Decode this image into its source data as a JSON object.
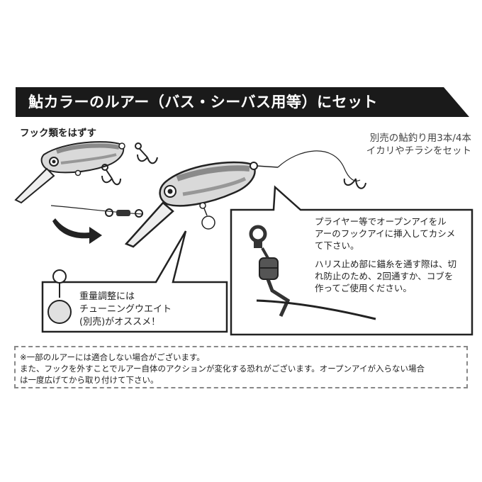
{
  "title": "鮎カラーのルアー（バス・シーバス用等）にセット",
  "labels": {
    "remove_hooks": "フック類をはずす",
    "set_hooks_line1": "別売の鮎釣り用3本/4本",
    "set_hooks_line2": "イカリやチラシをセット"
  },
  "callout_right": {
    "para1_line1": "プライヤー等でオープンアイをル",
    "para1_line2": "アーのフックアイに挿入してカシメ",
    "para1_line3": "て下さい。",
    "para2_line1": "ハリス止め部に錨糸を通す際は、切",
    "para2_line2": "れ防止のため、2回通すか、コブを",
    "para2_line3": "作ってご使用ください。"
  },
  "callout_left": {
    "line1": "重量調整には",
    "line2": "チューニングウエイト",
    "line3": "(別売)がオススメ！"
  },
  "notice": {
    "line1": "※一部のルアーには適合しない場合がございます。",
    "line2": "また、フックを外すことでルアー自体のアクションが変化する恐れがございます。オープンアイが入らない場合",
    "line3": "は一度広げてから取り付けて下さい。"
  },
  "colors": {
    "banner": "#1a1a1a",
    "lure_body": "#d9d9d9",
    "lure_stripe": "#555555",
    "outline": "#222222",
    "notice_border": "#888888"
  },
  "icons": [
    "lure-icon",
    "treble-hook-icon",
    "swivel-icon",
    "weight-icon",
    "arrow-icon"
  ]
}
